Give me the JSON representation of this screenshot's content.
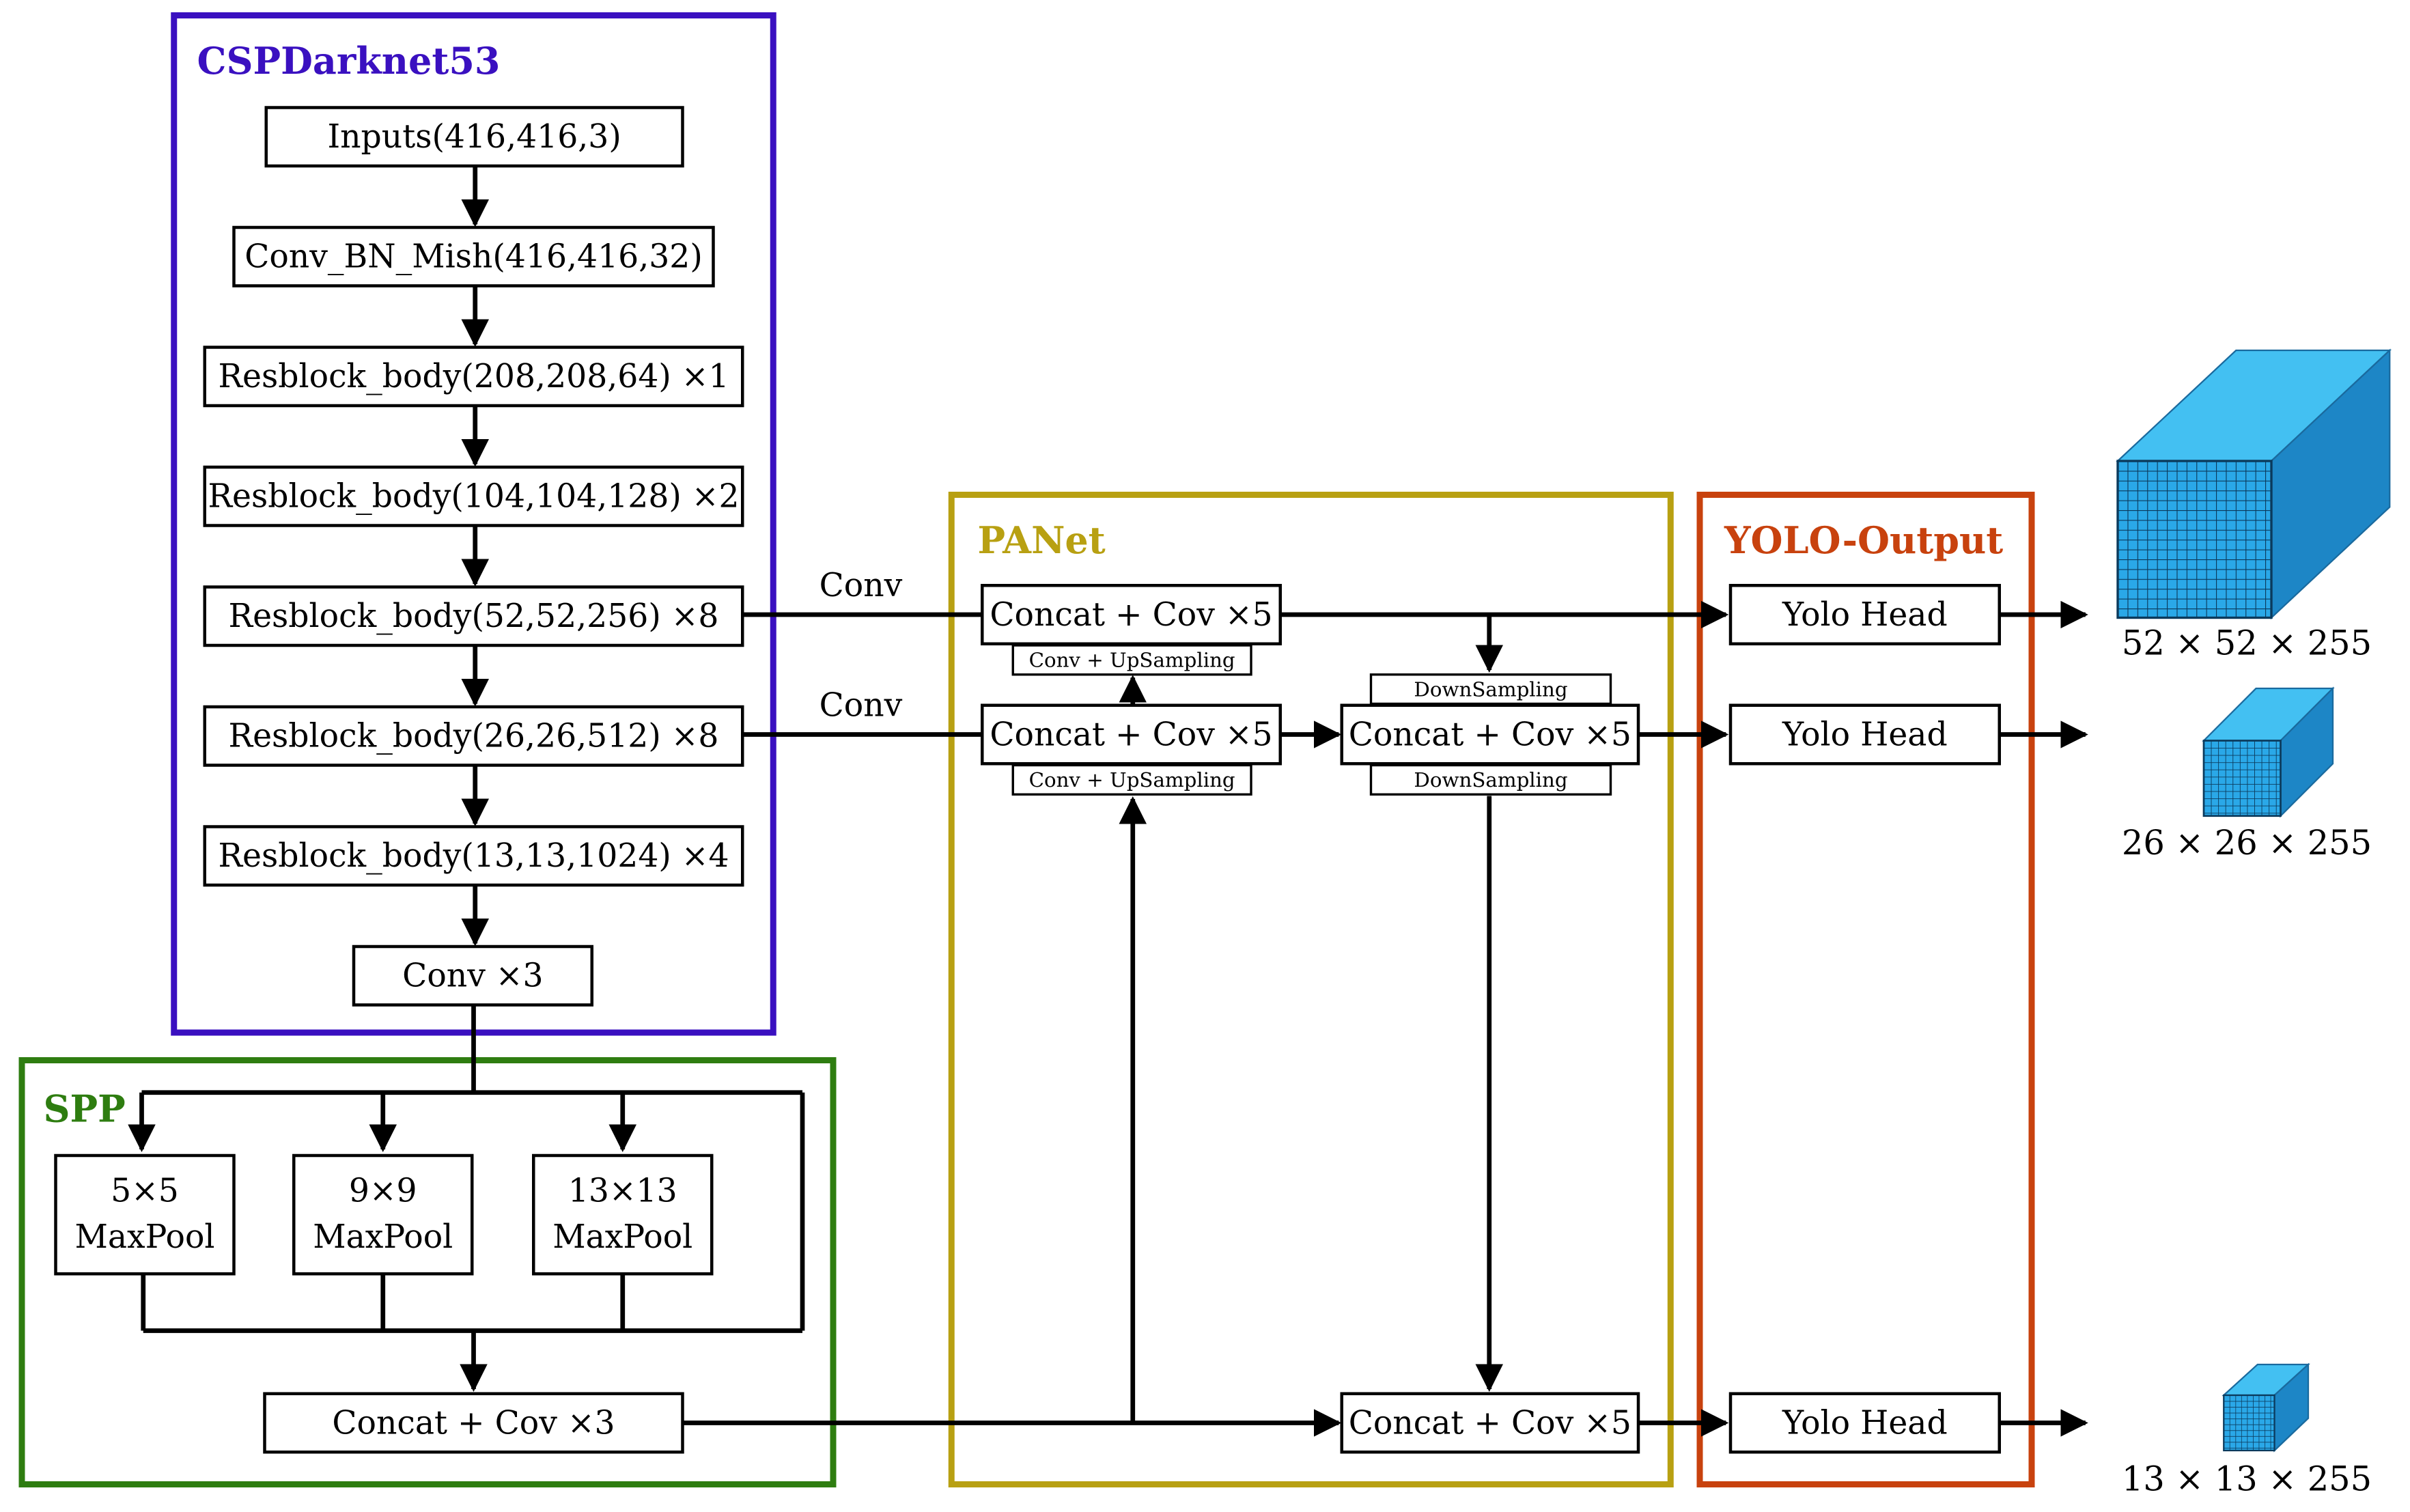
{
  "colors": {
    "cspdarknet": "#3a10c0",
    "spp": "#2e7d10",
    "panet": "#b8a012",
    "yolo": "#c8420e",
    "cube_face": "#2aa8e8",
    "cube_top": "#43c0f2",
    "cube_side": "#1d86c6",
    "cube_grid": "#0b3a5c",
    "line": "#000000"
  },
  "groups": {
    "cspdarknet": "CSPDarknet53",
    "spp": "SPP",
    "panet": "PANet",
    "yolo": "YOLO-Output"
  },
  "backbone": {
    "inputs": "Inputs(416,416,3)",
    "conv_bn_mish": "Conv_BN_Mish(416,416,32)",
    "res1": "Resblock_body(208,208,64) ×1",
    "res2": "Resblock_body(104,104,128) ×2",
    "res3": "Resblock_body(52,52,256) ×8",
    "res4": "Resblock_body(26,26,512) ×8",
    "res5": "Resblock_body(13,13,1024) ×4",
    "conv3": "Conv ×3"
  },
  "spp": {
    "pool1_size": "5×5",
    "pool2_size": "9×9",
    "pool3_size": "13×13",
    "pool_label": "MaxPool",
    "concat": "Concat + Cov ×3"
  },
  "panet": {
    "concat_top": "Concat + Cov ×5",
    "concat_mid_left": "Concat + Cov ×5",
    "concat_mid_right": "Concat + Cov ×5",
    "concat_bottom": "Concat + Cov ×5",
    "upsample_1": "Conv + UpSampling",
    "upsample_2": "Conv + UpSampling",
    "downsample_1": "DownSampling",
    "downsample_2": "DownSampling",
    "conv_label_1": "Conv",
    "conv_label_2": "Conv"
  },
  "yolo": {
    "head_1": "Yolo Head",
    "head_2": "Yolo Head",
    "head_3": "Yolo Head"
  },
  "outputs": {
    "out_1": "52 × 52 × 255",
    "out_2": "26 × 26 × 255",
    "out_3": "13 × 13 × 255"
  }
}
